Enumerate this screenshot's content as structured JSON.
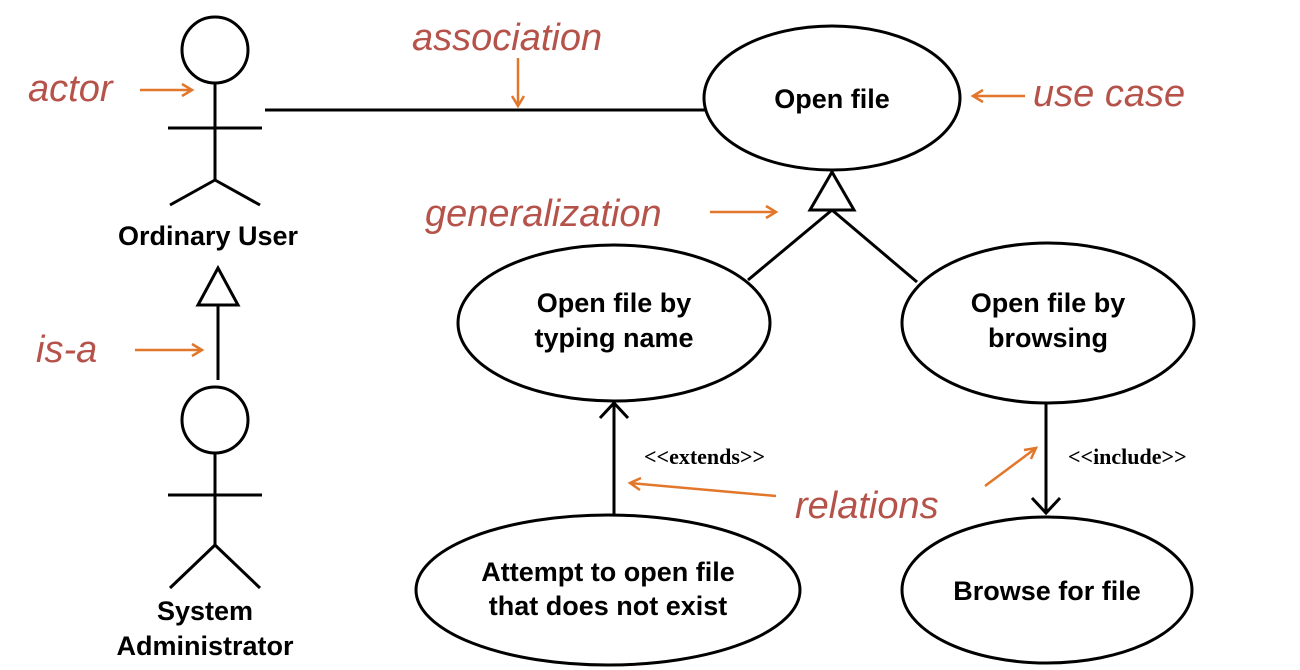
{
  "actors": {
    "ordinary_user": "Ordinary User",
    "system_admin_line1": "System",
    "system_admin_line2": "Administrator"
  },
  "use_cases": {
    "open_file": "Open file",
    "typing_line1": "Open file by",
    "typing_line2": "typing name",
    "browsing_line1": "Open file by",
    "browsing_line2": "browsing",
    "attempt_line1": "Attempt to open file",
    "attempt_line2": "that does not exist",
    "browse": "Browse for file"
  },
  "stereotypes": {
    "extends": "<<extends>>",
    "include": "<<include>>"
  },
  "annotations": {
    "actor": "actor",
    "association": "association",
    "use_case": "use case",
    "generalization": "generalization",
    "is_a": "is-a",
    "relations": "relations"
  },
  "colors": {
    "annotation_text": "#b5534a",
    "annotation_arrow": "#e2772b",
    "stroke": "#000000"
  }
}
